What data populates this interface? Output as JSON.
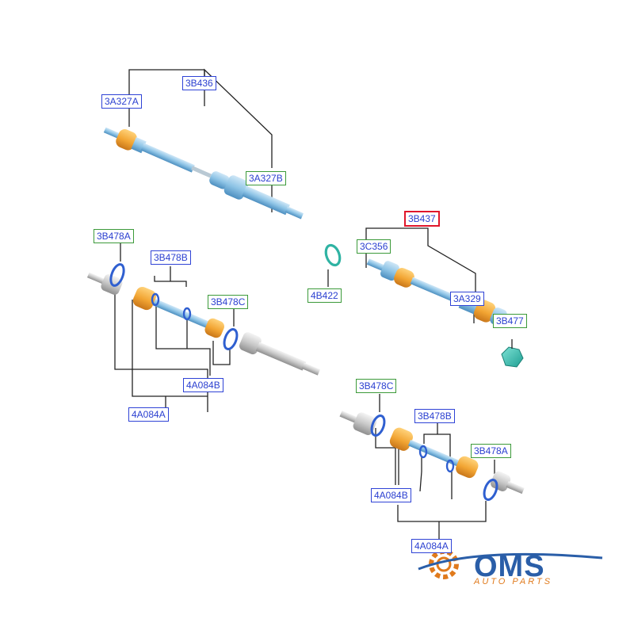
{
  "labels": {
    "l3B436": "3B436",
    "l3A327A": "3A327A",
    "l3A327B": "3A327B",
    "l3B437": "3B437",
    "l3C356": "3C356",
    "l4B422": "4B422",
    "l3A329": "3A329",
    "l3B477": "3B477",
    "l3B478A_top": "3B478A",
    "l3B478B_top": "3B478B",
    "l3B478C_top": "3B478C",
    "l4A084B_top": "4A084B",
    "l4A084A_top": "4A084A",
    "l3B478C_bot": "3B478C",
    "l3B478B_bot": "3B478B",
    "l3B478A_bot": "3B478A",
    "l4A084B_bot": "4A084B",
    "l4A084A_bot": "4A084A"
  },
  "logo": {
    "word": "OMS",
    "sub": "AUTO PARTS"
  },
  "colors": {
    "shaft": "#8ec4e6",
    "boot": "#f2a533",
    "ring": "#3a6fd0",
    "accent_red": "#e0162b",
    "green_border": "#3c9a3a",
    "blue_border": "#2f43d6"
  }
}
